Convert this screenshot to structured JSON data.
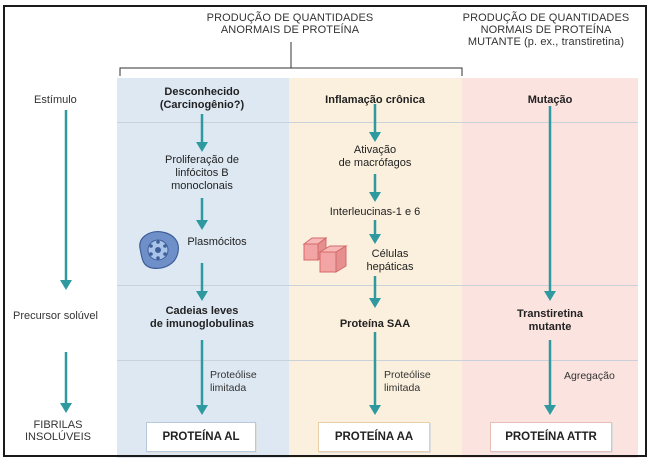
{
  "colors": {
    "col_al": "#dde8f3",
    "col_aa": "#fbf0dd",
    "col_attr": "#fbe3e0",
    "arrow": "#2e9aa0",
    "grid_line": "#c9d2d8",
    "border": "#1a1a1a",
    "box_border_al": "#b8c8dc",
    "box_border_aa": "#e8cfa8",
    "box_border_attr": "#e8bcb8"
  },
  "header": {
    "left": "PRODUÇÃO DE QUANTIDADES\nANORMAIS DE PROTEÍNA",
    "right": "PRODUÇÃO DE QUANTIDADES\nNORMAIS DE PROTEÍNA\nMUTANTE (p. ex., transtiretina)"
  },
  "rows": {
    "stimulus": "Estímulo",
    "precursor": "Precursor solúvel",
    "fibrils": "FIBRILAS\nINSOLÚVEIS"
  },
  "col_al": {
    "stimulus": "Desconhecido\n(Carcinogênio?)",
    "step1": "Proliferação de\nlinfócitos B\nmonoclonais",
    "step2": "Plasmócitos",
    "precursor": "Cadeias leves\nde imunoglobulinas",
    "process": "Proteólise\nlimitada",
    "result": "PROTEÍNA AL"
  },
  "col_aa": {
    "stimulus": "Inflamação crônica",
    "step1": "Ativação\nde macrófagos",
    "step2": "Interleucinas-1 e 6",
    "step3": "Células\nhepáticas",
    "precursor": "Proteína SAA",
    "process": "Proteólise\nlimitada",
    "result": "PROTEÍNA AA"
  },
  "col_attr": {
    "stimulus": "Mutação",
    "precursor": "Transtiretina\nmutante",
    "process": "Agregação",
    "result": "PROTEÍNA ATTR"
  },
  "icons": {
    "plasma_cell": "plasma-cell-icon",
    "hepatocytes": "hepatocyte-cubes-icon"
  }
}
